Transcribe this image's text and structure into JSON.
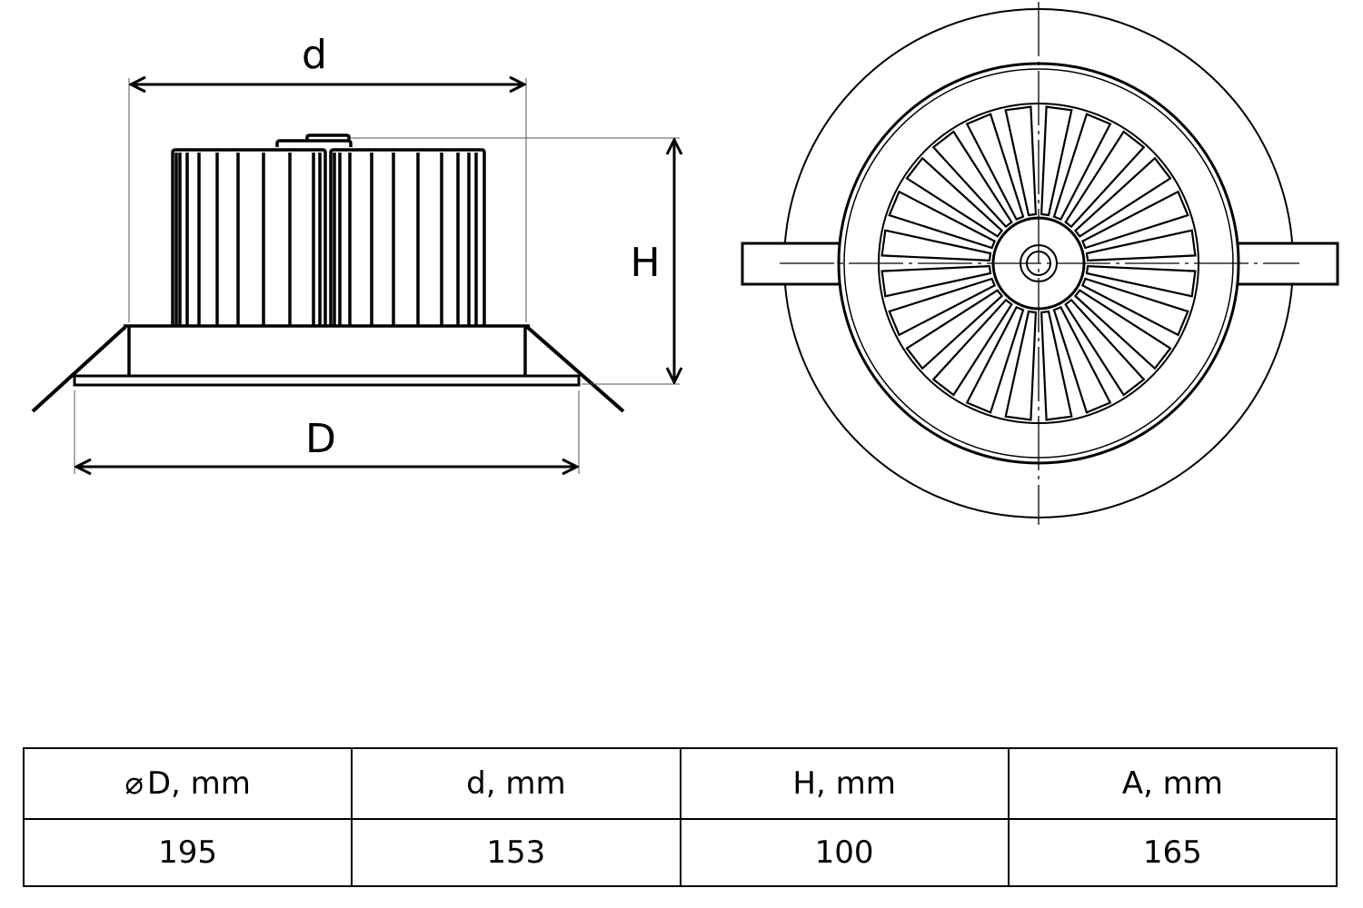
{
  "diagram": {
    "title": "Recessed LED downlight dimensional drawing",
    "views": [
      "side-view",
      "top-view"
    ],
    "dimension_labels": {
      "top_width": "d",
      "base_width": "D",
      "height": "H"
    },
    "top_view": {
      "reflector_fin_count": 24
    }
  },
  "table": {
    "headers": [
      {
        "symbol": "⌀",
        "label": "D, mm"
      },
      {
        "symbol": "",
        "label": "d, mm"
      },
      {
        "symbol": "",
        "label": "H, mm"
      },
      {
        "symbol": "",
        "label": "A, mm"
      }
    ],
    "values": [
      "195",
      "153",
      "100",
      "165"
    ]
  }
}
